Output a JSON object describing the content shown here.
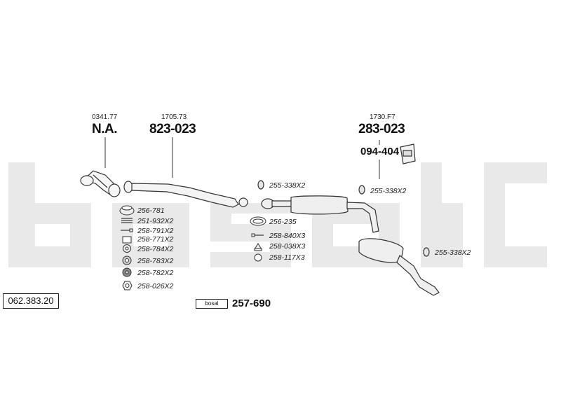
{
  "diagram": {
    "reference_number": "062.383.20",
    "brand_watermark": "bosal",
    "kit": {
      "brand_label": "bosal",
      "part_number": "257-690"
    },
    "sections": {
      "front_pipe": {
        "oem_number": "0341.77",
        "part_number": "N.A."
      },
      "middle_pipe": {
        "oem_number": "1705.73",
        "part_number": "823-023"
      },
      "rear_silencer": {
        "oem_number": "1730.F7",
        "part_number": "283-023"
      },
      "bracket": {
        "part_number": "094-404"
      }
    },
    "fittings_left": [
      "256-781",
      "251-932X2",
      "258-791X2",
      "258-771X2",
      "258-784X2",
      "258-783X2",
      "258-782X2",
      "258-026X2"
    ],
    "fittings_middle": [
      "255-338X2",
      "256-235",
      "258-840X3",
      "258-038X3",
      "258-117X3"
    ],
    "fittings_right": [
      "255-338X2",
      "255-338X2"
    ]
  }
}
